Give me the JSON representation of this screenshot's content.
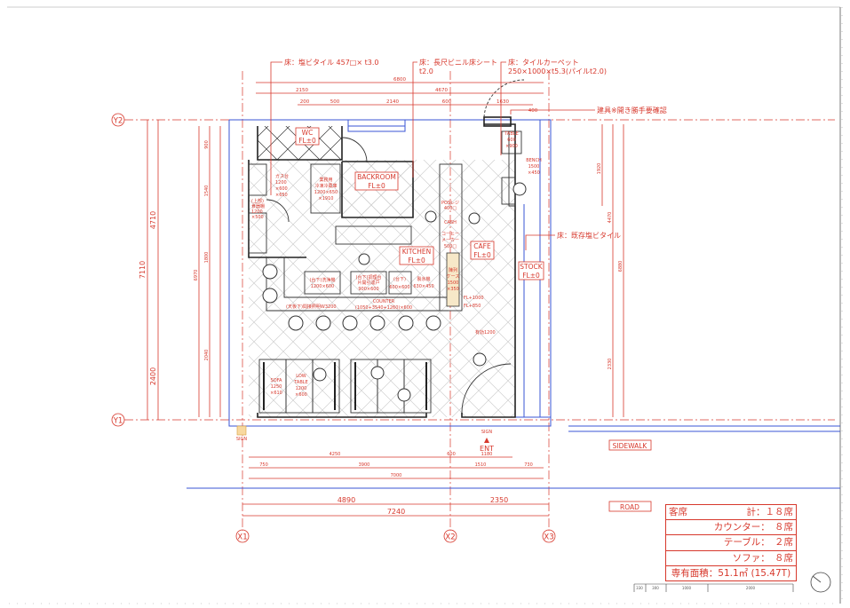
{
  "notes": {
    "floor_vinyl_tile": "床：塩ビタイル 457□× t3.0",
    "floor_long_sheet_1": "床：長尺ビニル床シート",
    "floor_long_sheet_2": "t2.0",
    "floor_tile_carpet_1": "床：タイルカーペット",
    "floor_tile_carpet_2": "250×1000×t5.3(パイルt2.0)",
    "fixture_check": "建具※開き勝手要確認",
    "floor_existing": "床：既存塩ビタイル"
  },
  "grid": {
    "y2": "Y2",
    "y1": "Y1",
    "x1": "X1",
    "x2": "X2",
    "x3": "X3"
  },
  "dims": {
    "top_total": "6800",
    "top_left": "2150",
    "top_right": "4670",
    "top_a": "200",
    "top_b": "500",
    "top_c": "2140",
    "top_d": "600",
    "top_e": "1630",
    "top_f": "400",
    "left_total": "7110",
    "left_upper": "4710",
    "left_lower": "2400",
    "left_inner": "6970",
    "left_a": "900",
    "left_b": "1540",
    "left_c": "1800",
    "left_d": "2040",
    "bot_a": "4250",
    "bot_b": "600",
    "bot_c": "1180",
    "bot_d": "750",
    "bot_e": "3900",
    "bot_f": "1510",
    "bot_g": "730",
    "bot_total1": "7000",
    "bot_x1x2": "4890",
    "bot_x2x3": "2350",
    "bot_total2": "7240",
    "right_a": "1920",
    "right_b": "4470",
    "right_c": "6880",
    "right_d": "2330"
  },
  "rooms": {
    "wc": "WC",
    "backroom": "BACKROOM",
    "kitchen": "KITCHEN",
    "cafe": "CAFE",
    "stock": "STOCK",
    "fl": "FL±0"
  },
  "fixtures": {
    "table": [
      "TABLE",
      "600",
      "×900"
    ],
    "bench": [
      "BENCH",
      "1500",
      "×450"
    ],
    "sofa": [
      "SOFA",
      "1250",
      "×610"
    ],
    "low_table": [
      "LOW",
      "TABLE",
      "1200",
      "×600"
    ],
    "fridge": [
      "業務用",
      "冷凍冷蔵庫",
      "1200×650",
      "×1910"
    ],
    "gas": [
      "ガス台",
      "1200",
      "×600",
      "×650"
    ],
    "shelf": [
      "(上部)",
      "食器棚",
      "1200",
      "×500"
    ],
    "sink": [
      "(台下)洗浄機",
      "1200×600"
    ],
    "prep": [
      "(台下)調理台",
      "片開引違戸",
      "900×600"
    ],
    "prep2": [
      "(台下)",
      "600×600"
    ],
    "sink2": [
      "製氷機",
      "630×450"
    ],
    "counter_note": "(天板下)間接照明W3200",
    "counter": "COUNTER",
    "counter_dim": "(1050+3540+1260)×600",
    "showcase": [
      "陳列",
      "ケース",
      "1500",
      "×350"
    ],
    "cash": "CASH",
    "coffee": [
      "コーヒー",
      "メーカー",
      "500□"
    ],
    "pos": [
      "POSレジ",
      "400□"
    ],
    "fl1000": "FL+1000",
    "fl850": "FL+850",
    "aisle": "有効1200",
    "sign": "SIGN",
    "ent": "ENT",
    "sidewalk": "SIDEWALK",
    "road": "ROAD"
  },
  "summary": {
    "seats_label": "客席",
    "seats_total": "計：１８席",
    "counter": "カウンター：　８席",
    "table": "テーブル：　２席",
    "sofa": "ソファ：　８席",
    "area": "専有面積：51.1㎡ (15.47T)"
  },
  "scale_bar": [
    "330",
    "300",
    "1000",
    "2000"
  ],
  "colors": {
    "red": "#d7382c",
    "blue": "#3a55d6",
    "wall": "#222222"
  }
}
